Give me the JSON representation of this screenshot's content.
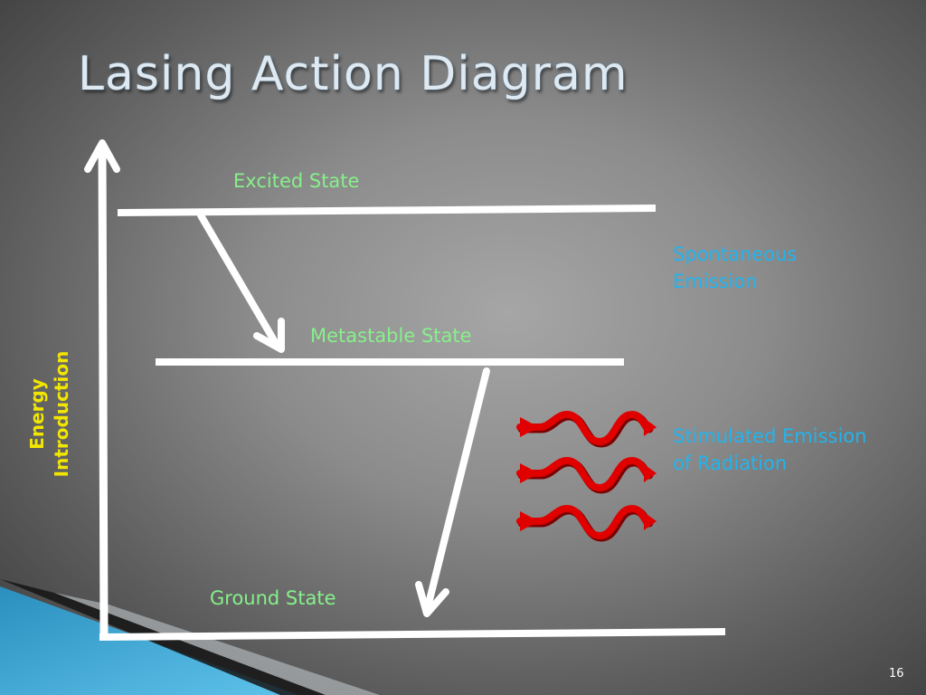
{
  "slide": {
    "title": "Lasing Action Diagram",
    "page_number": "16"
  },
  "states": {
    "excited": "Excited State",
    "metastable": "Metastable State",
    "ground": "Ground State"
  },
  "axis": {
    "line1": "Energy",
    "line2": "Introduction"
  },
  "processes": {
    "spontaneous_line1": "Spontaneous",
    "spontaneous_line2": "Emission",
    "stimulated_line1": "Stimulated Emission",
    "stimulated_line2": "of Radiation"
  },
  "colors": {
    "state_label": "#86f08a",
    "process_label": "#22b4ee",
    "energy_label": "#f2e600",
    "photon": "#e00000",
    "lines": "#ffffff"
  }
}
